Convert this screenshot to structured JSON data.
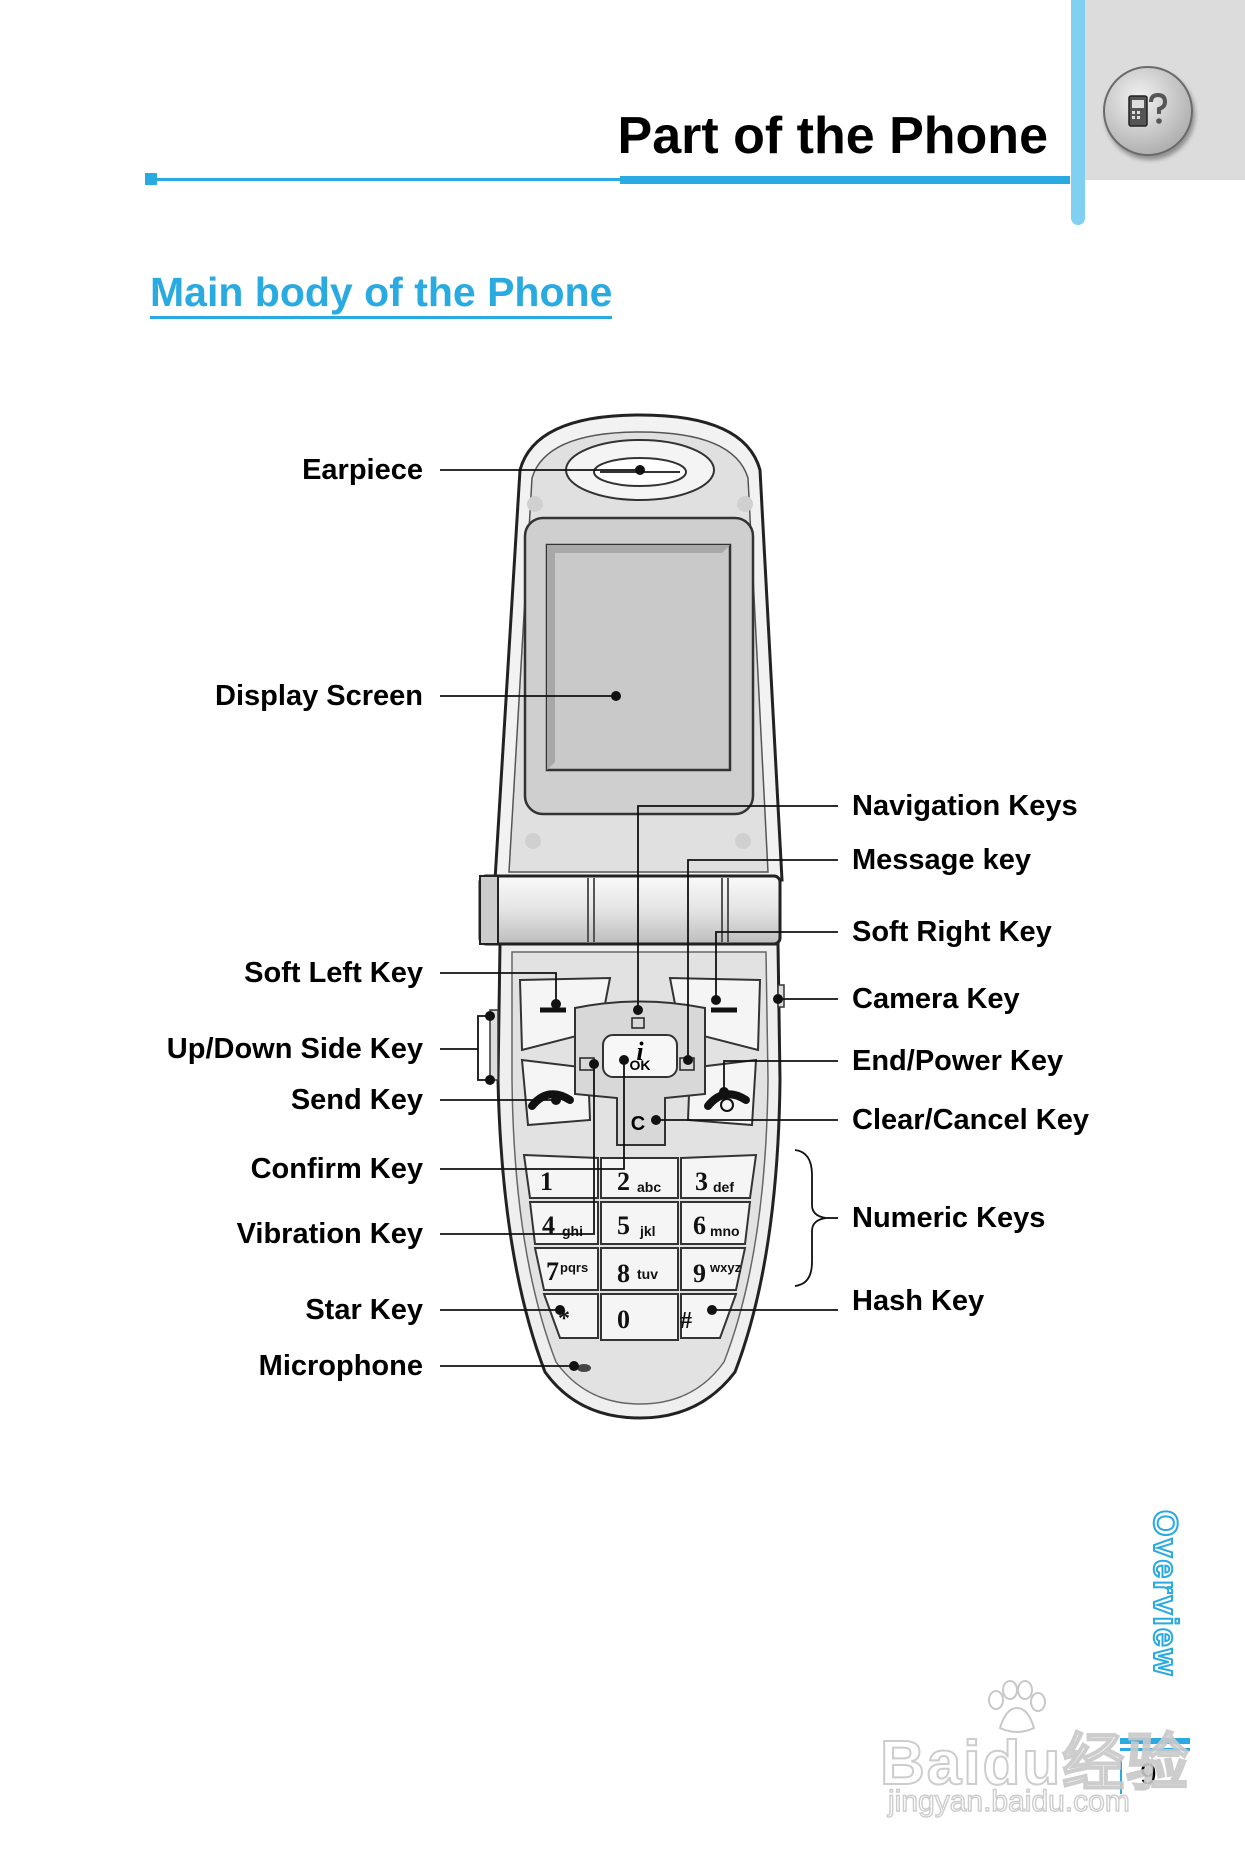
{
  "header": {
    "title": "Part of the Phone",
    "icon": "phone-help-icon"
  },
  "section": {
    "title": "Main body of the Phone"
  },
  "labels_left": {
    "earpiece": "Earpiece",
    "display_screen": "Display Screen",
    "soft_left_key": "Soft Left Key",
    "up_down_side_key": "Up/Down Side Key",
    "send_key": "Send Key",
    "confirm_key": "Confirm Key",
    "vibration_key": "Vibration Key",
    "star_key": "Star Key",
    "microphone": "Microphone"
  },
  "labels_right": {
    "navigation_keys": "Navigation Keys",
    "message_key": "Message key",
    "soft_right_key": "Soft Right Key",
    "camera_key": "Camera Key",
    "end_power_key": "End/Power Key",
    "clear_cancel_key": "Clear/Cancel Key",
    "numeric_keys": "Numeric Keys",
    "hash_key": "Hash Key"
  },
  "keypad": {
    "clear": "C",
    "ok": "OK",
    "key1": "1",
    "key2": "2",
    "key2_sub": "abc",
    "key3": "3",
    "key3_sub": "def",
    "key4": "4",
    "key4_sub": "ghi",
    "key5": "5",
    "key5_sub": "jkl",
    "key6": "6",
    "key6_sub": "mno",
    "key7": "7",
    "key7_sub": "pqrs",
    "key8": "8",
    "key8_sub": "tuv",
    "key9": "9",
    "key9_sub": "wxyz",
    "key0": "0",
    "key_star": "*",
    "key_hash": "#"
  },
  "footer": {
    "tab_label": "Overview",
    "page_number": "9"
  },
  "watermark": {
    "main": "Baidu经验",
    "sub": "jingyan.baidu.com"
  },
  "colors": {
    "accent": "#29aae1",
    "tab_bar": "#7fd0f1",
    "panel_gray": "#dcdcdc"
  }
}
